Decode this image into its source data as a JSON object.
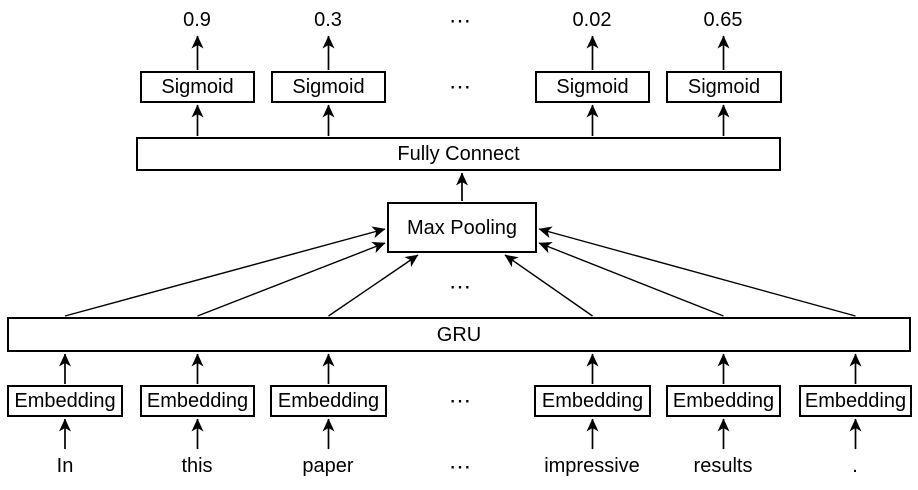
{
  "colors": {
    "ink": "#000000",
    "background": "#ffffff"
  },
  "ellipsis": {
    "glyph": "⋯"
  },
  "outputs": {
    "values": [
      "0.9",
      "0.3",
      "0.02",
      "0.65"
    ]
  },
  "layers": {
    "sigmoid": {
      "label": "Sigmoid"
    },
    "fully_connect": {
      "label": "Fully Connect"
    },
    "max_pooling": {
      "label": "Max Pooling"
    },
    "gru": {
      "label": "GRU"
    },
    "embedding": {
      "label": "Embedding"
    }
  },
  "input_words": [
    "In",
    "this",
    "paper",
    "impressive",
    "results",
    "."
  ]
}
